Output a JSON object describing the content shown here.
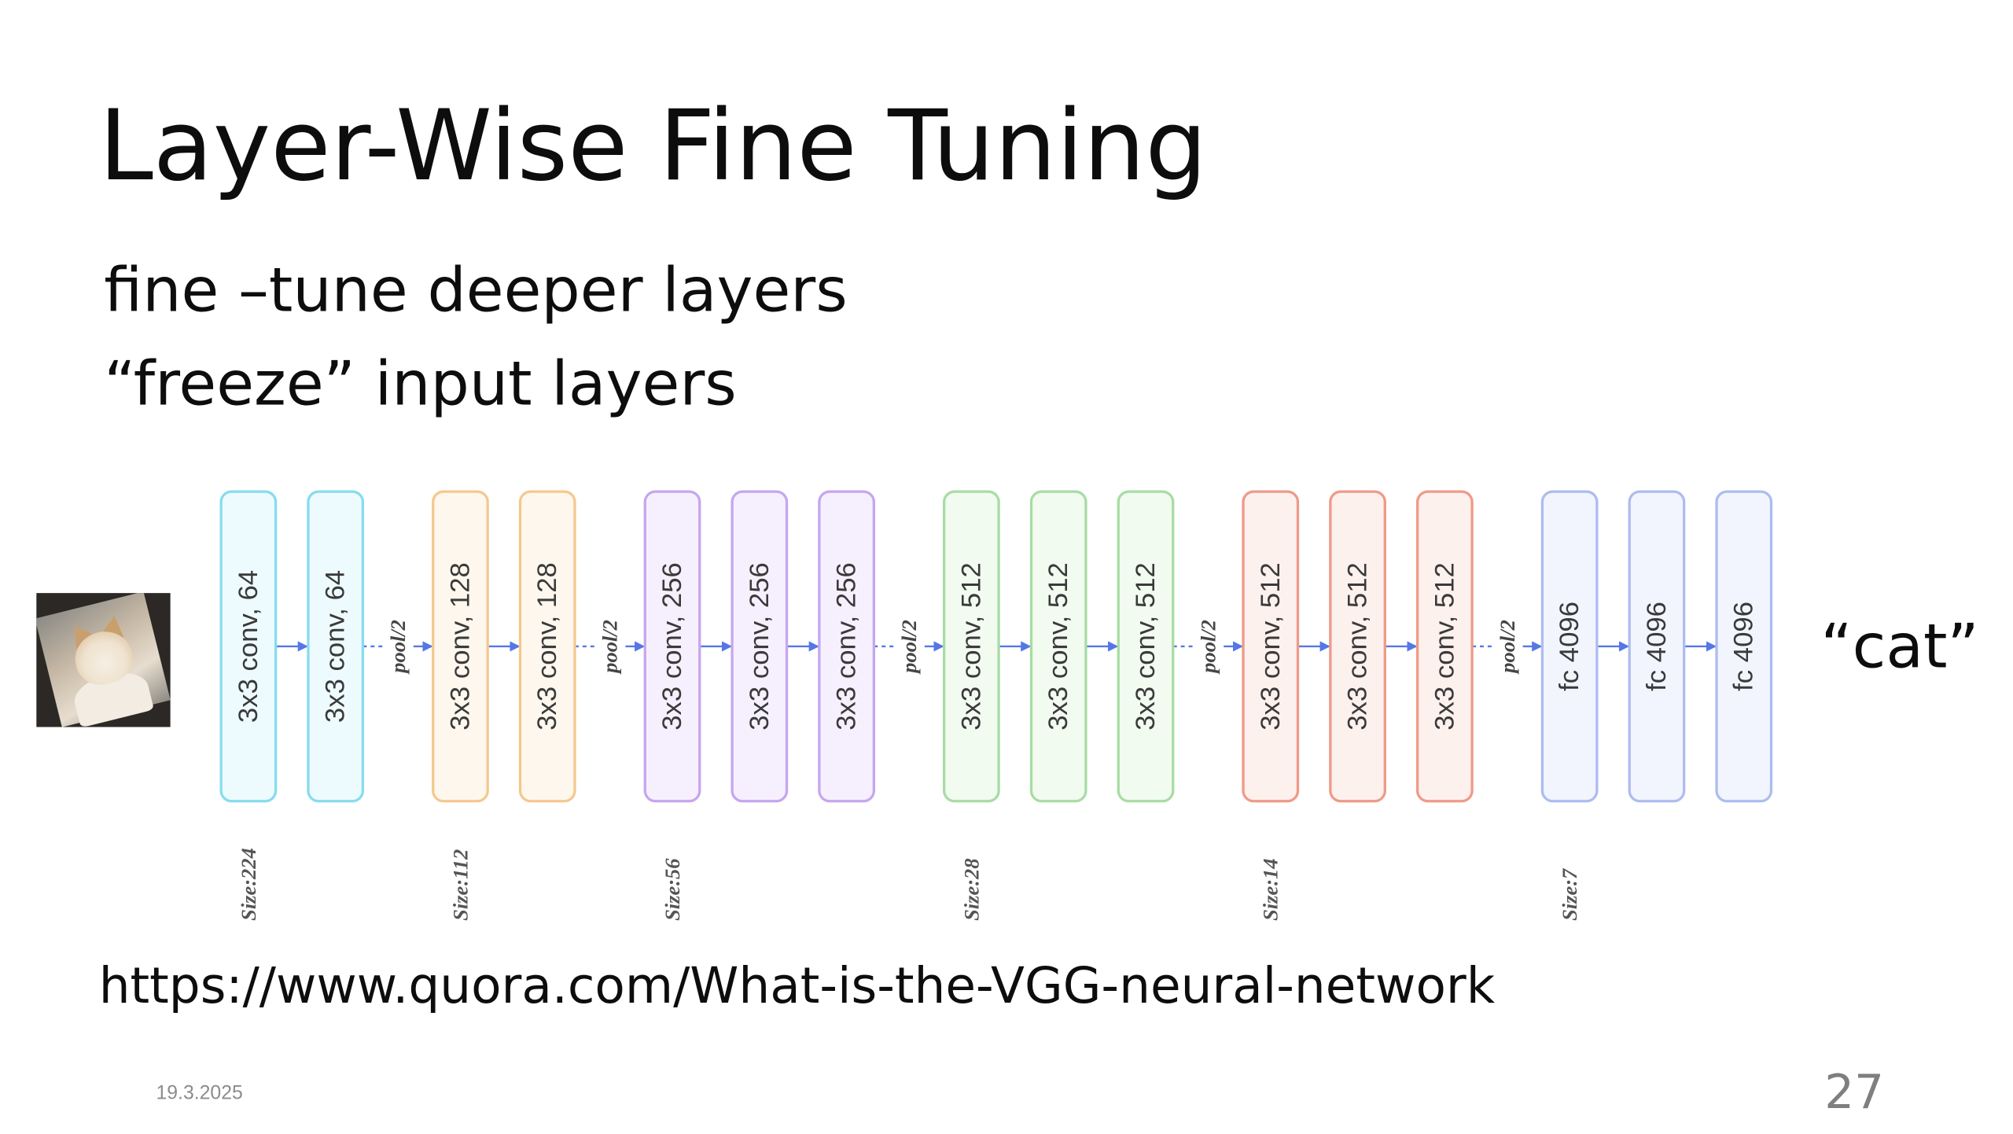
{
  "slide": {
    "title": "Layer-Wise Fine Tuning",
    "line1": "fine –tune deeper layers",
    "line2": "“freeze” input layers",
    "output_label": "“cat”",
    "url": "https://www.quora.com/What-is-the-VGG-neural-network",
    "date": "19.3.2025",
    "page_number": "27"
  },
  "diagram": {
    "input_image": "cat-photo",
    "layers": [
      {
        "label": "3x3 conv, 64",
        "group": "g64"
      },
      {
        "label": "3x3 conv, 64",
        "group": "g64"
      },
      {
        "label": "3x3 conv, 128",
        "group": "g128"
      },
      {
        "label": "3x3 conv, 128",
        "group": "g128"
      },
      {
        "label": "3x3 conv, 256",
        "group": "g256"
      },
      {
        "label": "3x3 conv, 256",
        "group": "g256"
      },
      {
        "label": "3x3 conv, 256",
        "group": "g256"
      },
      {
        "label": "3x3 conv, 512",
        "group": "g512a"
      },
      {
        "label": "3x3 conv, 512",
        "group": "g512a"
      },
      {
        "label": "3x3 conv, 512",
        "group": "g512a"
      },
      {
        "label": "3x3 conv, 512",
        "group": "g512b"
      },
      {
        "label": "3x3 conv, 512",
        "group": "g512b"
      },
      {
        "label": "3x3 conv, 512",
        "group": "g512b"
      },
      {
        "label": "fc 4096",
        "group": "fc"
      },
      {
        "label": "fc 4096",
        "group": "fc"
      },
      {
        "label": "fc 4096",
        "group": "fc"
      }
    ],
    "pool_label": "pool/2",
    "pools_after_layer": [
      1,
      3,
      6,
      9,
      12
    ],
    "sizes": [
      {
        "label": "Size:224",
        "layer": 0
      },
      {
        "label": "Size:112",
        "layer": 2
      },
      {
        "label": "Size:56",
        "layer": 4
      },
      {
        "label": "Size:28",
        "layer": 7
      },
      {
        "label": "Size:14",
        "layer": 10
      },
      {
        "label": "Size:7",
        "layer": 13
      }
    ],
    "colors": {
      "g64": {
        "stroke": "#86dcef",
        "fill": "#eefbfe"
      },
      "g128": {
        "stroke": "#f5c88e",
        "fill": "#fef7ee"
      },
      "g256": {
        "stroke": "#c6a6ef",
        "fill": "#f6f0fe"
      },
      "g512a": {
        "stroke": "#a8dca4",
        "fill": "#f1fbf0"
      },
      "g512b": {
        "stroke": "#ef9a88",
        "fill": "#fdf1ee"
      },
      "fc": {
        "stroke": "#aebcef",
        "fill": "#f2f5fe"
      },
      "arrow": "#5577e6",
      "text": "#3a3a3a"
    }
  }
}
